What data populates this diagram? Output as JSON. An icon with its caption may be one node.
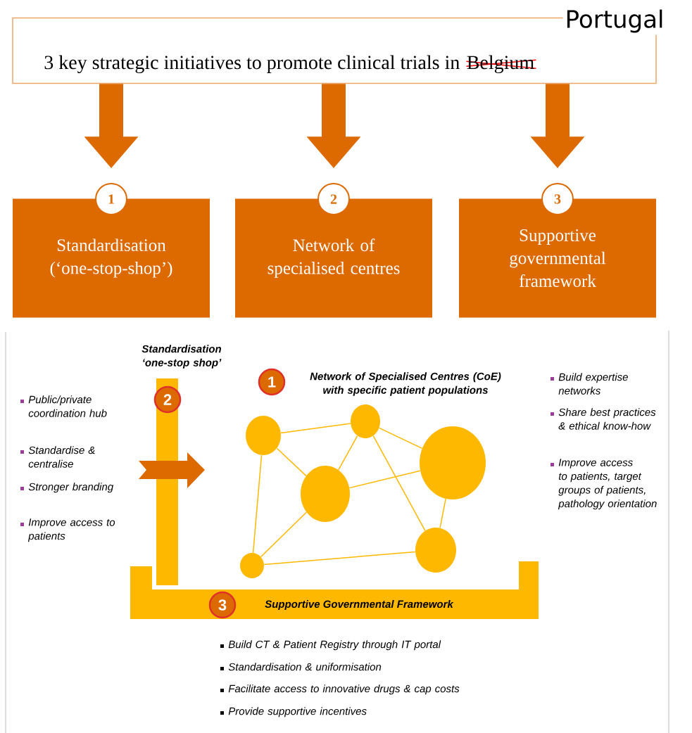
{
  "diagram": {
    "nodes": [
      {
        "text": [
          "3 key strategic initiatives to promote clinical trials in",
          "Belgium",
          "Portugal"
        ]
      },
      {
        "text": [
          "1",
          "Standardisation (‘one-stop-shop’)"
        ]
      },
      {
        "text": [
          "2",
          "Network of specialised centres"
        ]
      },
      {
        "text": [
          "3",
          "Supportive governmental framework"
        ]
      },
      {
        "text": [
          "Standardisation ‘one-stop shop’",
          "2"
        ]
      },
      {
        "text": [
          "1"
        ]
      },
      {
        "text": [],
        "shape": "circle"
      },
      {
        "text": [],
        "shape": "circle"
      },
      {
        "text": [],
        "shape": "circle"
      },
      {
        "text": [],
        "shape": "circle"
      },
      {
        "text": [],
        "shape": "circle"
      },
      {
        "text": [],
        "shape": "circle"
      },
      {
        "text": [
          "3",
          "Supportive Governmental Framework"
        ]
      }
    ],
    "edges": [
      {
        "from": 0,
        "to": 1,
        "arrow": "to",
        "style": "thick",
        "color": "#dc6a00"
      },
      {
        "from": 0,
        "to": 2,
        "arrow": "to",
        "style": "thick",
        "color": "#dc6a00"
      },
      {
        "from": 0,
        "to": 3,
        "arrow": "to",
        "style": "thick",
        "color": "#dc6a00"
      },
      {
        "from": 7,
        "to": 9,
        "arrow": "none"
      },
      {
        "from": 7,
        "to": 8,
        "arrow": "none"
      },
      {
        "from": 7,
        "to": 6,
        "arrow": "none"
      },
      {
        "from": 9,
        "to": 8,
        "arrow": "none"
      },
      {
        "from": 9,
        "to": 11,
        "arrow": "none"
      },
      {
        "from": 9,
        "to": 10,
        "arrow": "none"
      },
      {
        "from": 8,
        "to": 11,
        "arrow": "none"
      },
      {
        "from": 8,
        "to": 6,
        "arrow": "none"
      },
      {
        "from": 11,
        "to": 10,
        "arrow": "none"
      },
      {
        "from": 6,
        "to": 10,
        "arrow": "none"
      }
    ],
    "labels": [
      "Network of Specialised Centres (CoE) with specific patient populations",
      "Public/private coordination hub",
      "Standardise & centralise",
      "Stronger branding",
      "Improve access to patients",
      "Build expertise networks",
      "Share best practices & ethical know-how",
      "Improve access to patients, target groups of patients, pathology orientation",
      "Build CT & Patient Registry through IT portal",
      "Standardisation & uniformisation",
      "Facilitate access to innovative drugs & cap costs",
      "Provide supportive incentives"
    ]
  }
}
